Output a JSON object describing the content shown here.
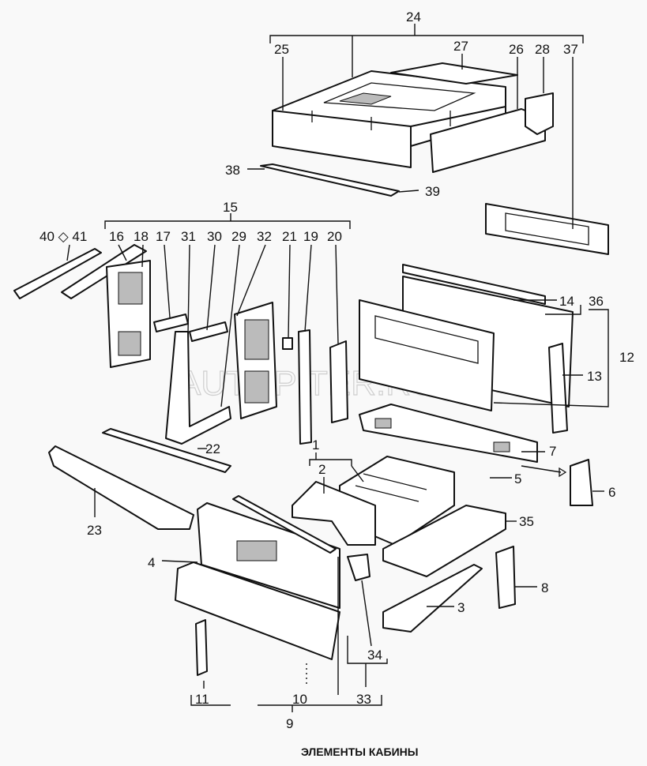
{
  "caption": "ЭЛЕМЕНТЫ КАБИНЫ",
  "watermark": "AUTOPITER.RU",
  "labels": {
    "l24": "24",
    "l25": "25",
    "l27": "27",
    "l26": "26",
    "l28": "28",
    "l37": "37",
    "l38": "38",
    "l39": "39",
    "l15": "15",
    "l40_41": "40 ◇ 41",
    "l16": "16",
    "l18": "18",
    "l17": "17",
    "l31": "31",
    "l30": "30",
    "l29": "29",
    "l32": "32",
    "l21": "21",
    "l19": "19",
    "l20": "20",
    "l14": "14",
    "l36": "36",
    "l12": "12",
    "l13": "13",
    "l22": "22",
    "l1": "1",
    "l2": "2",
    "l7": "7",
    "l5": "5",
    "l6": "6",
    "l35": "35",
    "l23": "23",
    "l4": "4",
    "l8": "8",
    "l3": "3",
    "l34": "34",
    "l11": "11",
    "l10": "10",
    "l33": "33",
    "l9": "9"
  }
}
